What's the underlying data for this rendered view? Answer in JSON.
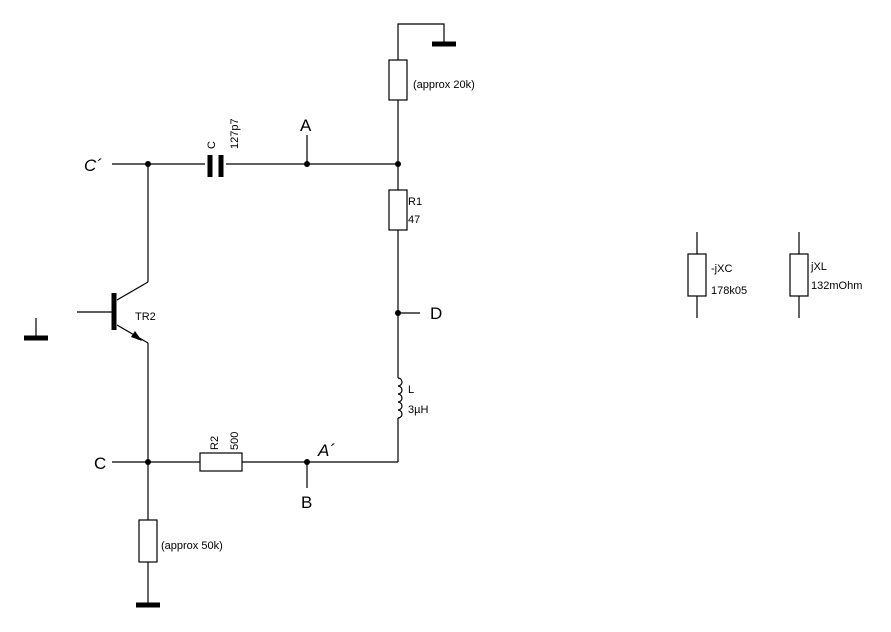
{
  "components": {
    "r_top": {
      "value": "(approx 20k)"
    },
    "r_bottom": {
      "value": "(approx 50k)"
    },
    "r1": {
      "name": "R1",
      "value": "47"
    },
    "r2": {
      "name": "R2",
      "value": "500"
    },
    "cap": {
      "name": "C",
      "value": "127p7"
    },
    "inductor": {
      "name": "L",
      "value": "3µH"
    },
    "transistor": {
      "name": "TR2"
    },
    "xc": {
      "name": "-jXC",
      "value": "178k05"
    },
    "xl": {
      "name": "jXL",
      "value": "132mOhm"
    }
  },
  "nodes": {
    "a": "A",
    "a_prime": "A´",
    "b": "B",
    "c": "C",
    "c_prime": "C´",
    "d": "D"
  }
}
